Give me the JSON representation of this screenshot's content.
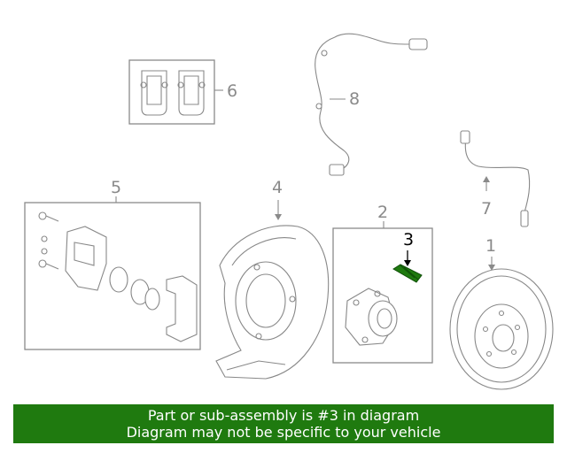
{
  "callouts": {
    "c1": "1",
    "c2": "2",
    "c3": "3",
    "c4": "4",
    "c5": "5",
    "c6": "6",
    "c7": "7",
    "c8": "8"
  },
  "highlighted_part": "3",
  "colors": {
    "highlight": "#1f7a0f",
    "line": "#8a8a8a",
    "banner_background": "#1f7a0f",
    "banner_text": "#ffffff"
  },
  "banner": {
    "line1": "Part or sub-assembly is #3 in diagram",
    "line2": "Diagram may not be specific to your vehicle"
  }
}
